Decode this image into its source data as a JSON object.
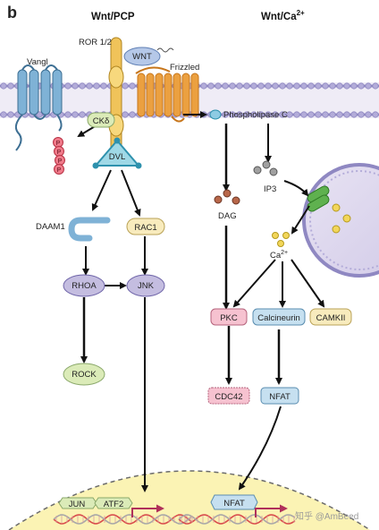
{
  "panel_letter": "b",
  "headers": {
    "left": "Wnt/PCP",
    "right_prefix": "Wnt/Ca",
    "right_sup": "2+"
  },
  "receptors": {
    "ror": "ROR 1/2",
    "wnt": "WNT",
    "frizzled": "Frizzled",
    "vangl": "Vangl"
  },
  "nodes": {
    "ck": "CKδ",
    "dvl": "DVL",
    "daam1": "DAAM1",
    "rac1": "RAC1",
    "rhoa": "RHOA",
    "jnk": "JNK",
    "rock": "ROCK",
    "plc": "Phospholipase C",
    "ip3": "IP3",
    "dag": "DAG",
    "ca_prefix": "Ca",
    "ca_sup": "2+",
    "pkc": "PKC",
    "calcineurin": "Calcineurin",
    "camkii": "CAMKII",
    "cdc42": "CDC42",
    "nfat": "NFAT"
  },
  "phospho_mark": "P",
  "nucleus": {
    "jun": "JUN",
    "atf2": "ATF2",
    "nfat": "NFAT"
  },
  "watermark": "知乎 @AmBeed",
  "colors": {
    "membrane": "#8f88c2",
    "membrane_head": "#b3acd9",
    "frizzled": "#eba040",
    "ror": "#f0c35a",
    "wnt": "#b5c8e8",
    "vangl": "#7fb2d6",
    "dvl": "#9fd8e6",
    "purple_node": "#c4bde0",
    "green_node": "#dbebb8",
    "pink_node": "#f6c2d0",
    "blue_node": "#c6e0f0",
    "yellow_node": "#f8ebbd",
    "nucleus": "#fbf3b4",
    "dna_red": "#d94c4c",
    "arrow": "#111111"
  }
}
